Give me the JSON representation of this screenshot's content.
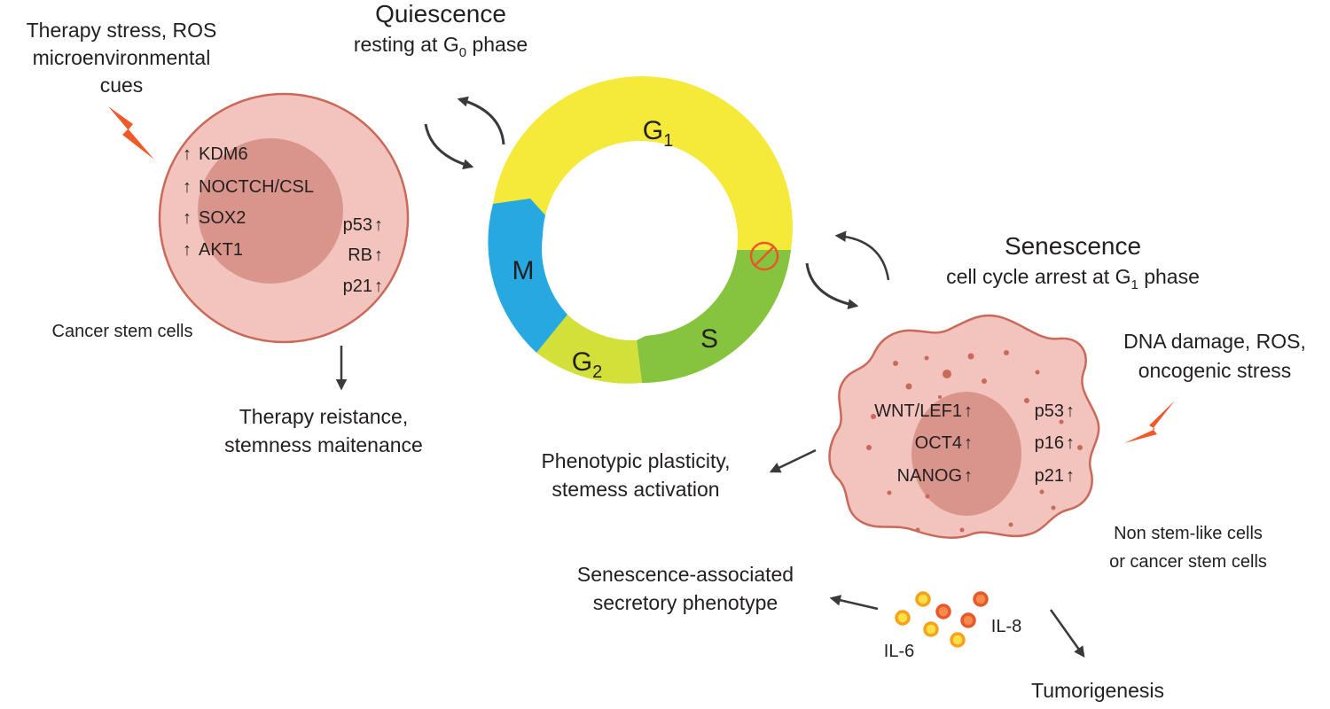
{
  "quiescence": {
    "title": "Quiescence",
    "subtitle_pre": "resting at G",
    "subtitle_sub": "0",
    "subtitle_post": " phase"
  },
  "senescence": {
    "title": "Senescence",
    "subtitle_pre": "cell cycle arrest at G",
    "subtitle_sub": "1",
    "subtitle_post": " phase"
  },
  "cancer_stem_cell": {
    "stress_lines": [
      "Therapy stress, ROS",
      "microenvironmental",
      "cues"
    ],
    "genes_left": [
      "KDM6",
      "NOCTCH/CSL",
      "SOX2",
      "AKT1"
    ],
    "genes_right": [
      "p53",
      "RB",
      "p21"
    ],
    "label": "Cancer stem cells",
    "outcome_lines": [
      "Therapy reistance,",
      "stemness maitenance"
    ]
  },
  "cell_cycle": {
    "phases": [
      {
        "label": "G",
        "sub": "1",
        "color": "#f5e93a"
      },
      {
        "label": "S",
        "sub": "",
        "color": "#86c43f"
      },
      {
        "label": "G",
        "sub": "2",
        "color": "#d4e03a"
      },
      {
        "label": "M",
        "sub": "",
        "color": "#27a8e0"
      }
    ],
    "block_color": "#e8582a"
  },
  "senescent_cell": {
    "stress_lines": [
      "DNA damage, ROS,",
      "oncogenic stress"
    ],
    "genes_left": [
      "WNT/LEF1",
      "OCT4",
      "NANOG"
    ],
    "genes_right": [
      "p53",
      "p16",
      "p21"
    ],
    "label_lines": [
      "Non stem-like cells",
      "or cancer stem cells"
    ],
    "plasticity_lines": [
      "Phenotypic plasticity,",
      "stemess activation"
    ],
    "sasp_lines": [
      "Senescence-associated",
      "secretory phenotype"
    ],
    "cytokines": [
      "IL-6",
      "IL-8"
    ],
    "tumorigenesis": "Tumorigenesis"
  },
  "colors": {
    "cell_fill": "#f2c4bd",
    "cell_outline": "#c9695a",
    "nucleus_fill": "#d9958b",
    "lightning": "#ef5a28",
    "arrow": "#3a3a3a"
  }
}
